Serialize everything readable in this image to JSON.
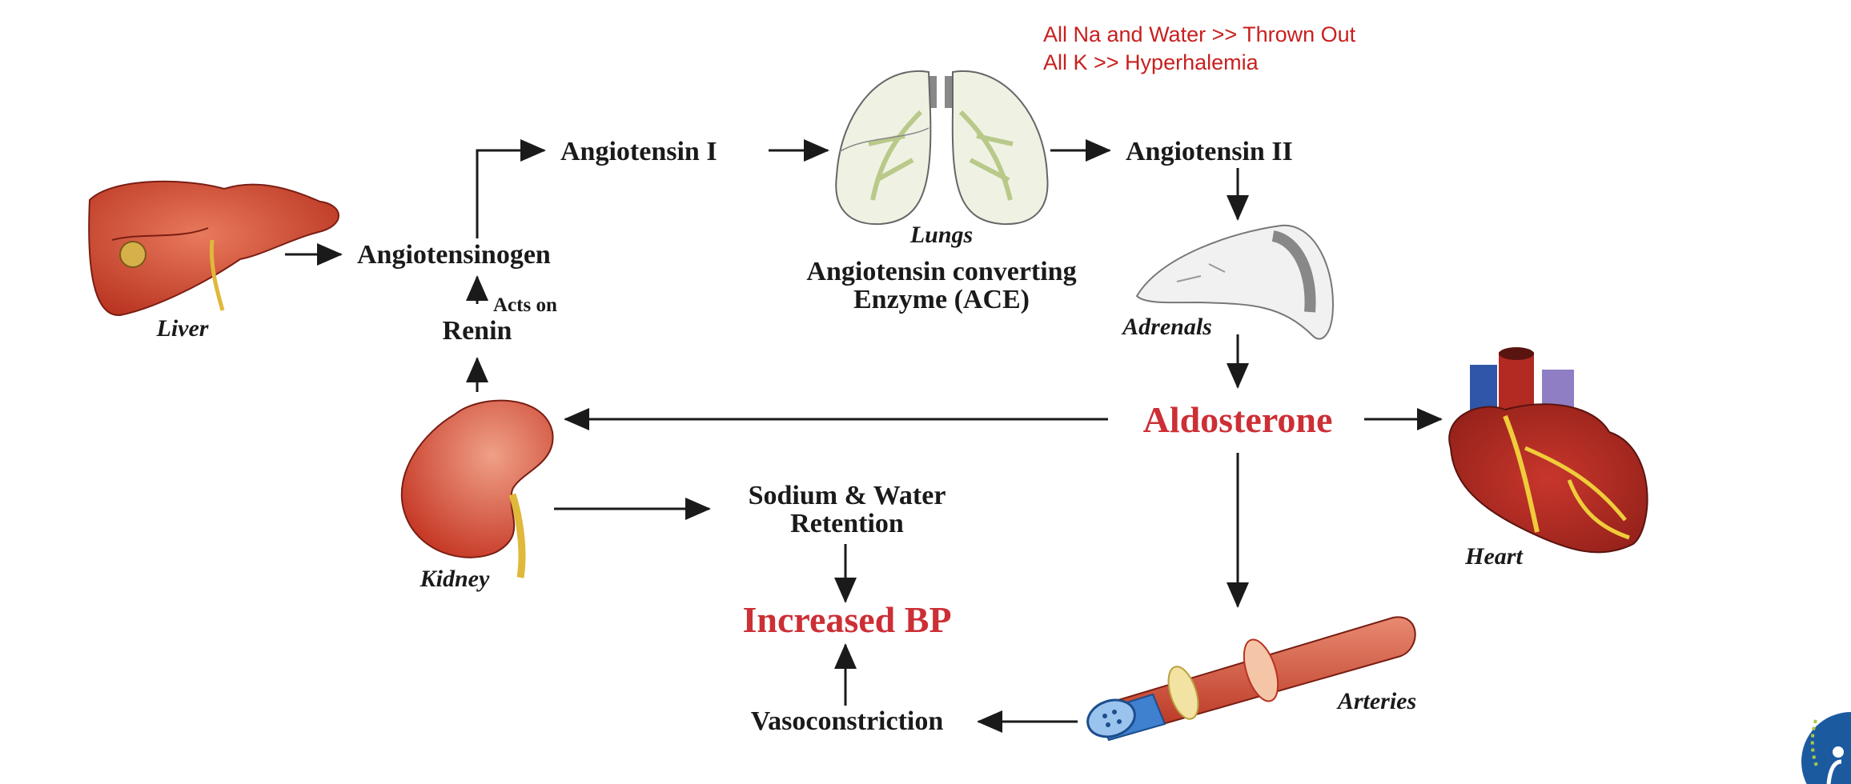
{
  "notes": {
    "line1": "All Na and Water >> Thrown Out",
    "line2": "All K >> Hyperhalemia"
  },
  "labels": {
    "angiotensin_1": "Angiotensin I",
    "angiotensin_2": "Angiotensin II",
    "angiotensinogen": "Angiotensinogen",
    "renin": "Renin",
    "acts_on": "Acts on",
    "ace_line1": "Angiotensin converting",
    "ace_line2": "Enzyme (ACE)",
    "aldosterone": "Aldosterone",
    "sodium_line1": "Sodium & Water",
    "sodium_line2": "Retention",
    "increased_bp": "Increased BP",
    "vasoconstriction": "Vasoconstriction"
  },
  "organs": {
    "liver": "Liver",
    "lungs": "Lungs",
    "adrenals": "Adrenals",
    "kidney": "Kidney",
    "heart": "Heart",
    "arteries": "Arteries"
  },
  "colors": {
    "highlight_red": "#cc2f35",
    "note_red": "#c8201f",
    "organ_red": "#c2352b",
    "lung_green": "#d9e3b8",
    "logo_blue": "#1c5aa0"
  }
}
